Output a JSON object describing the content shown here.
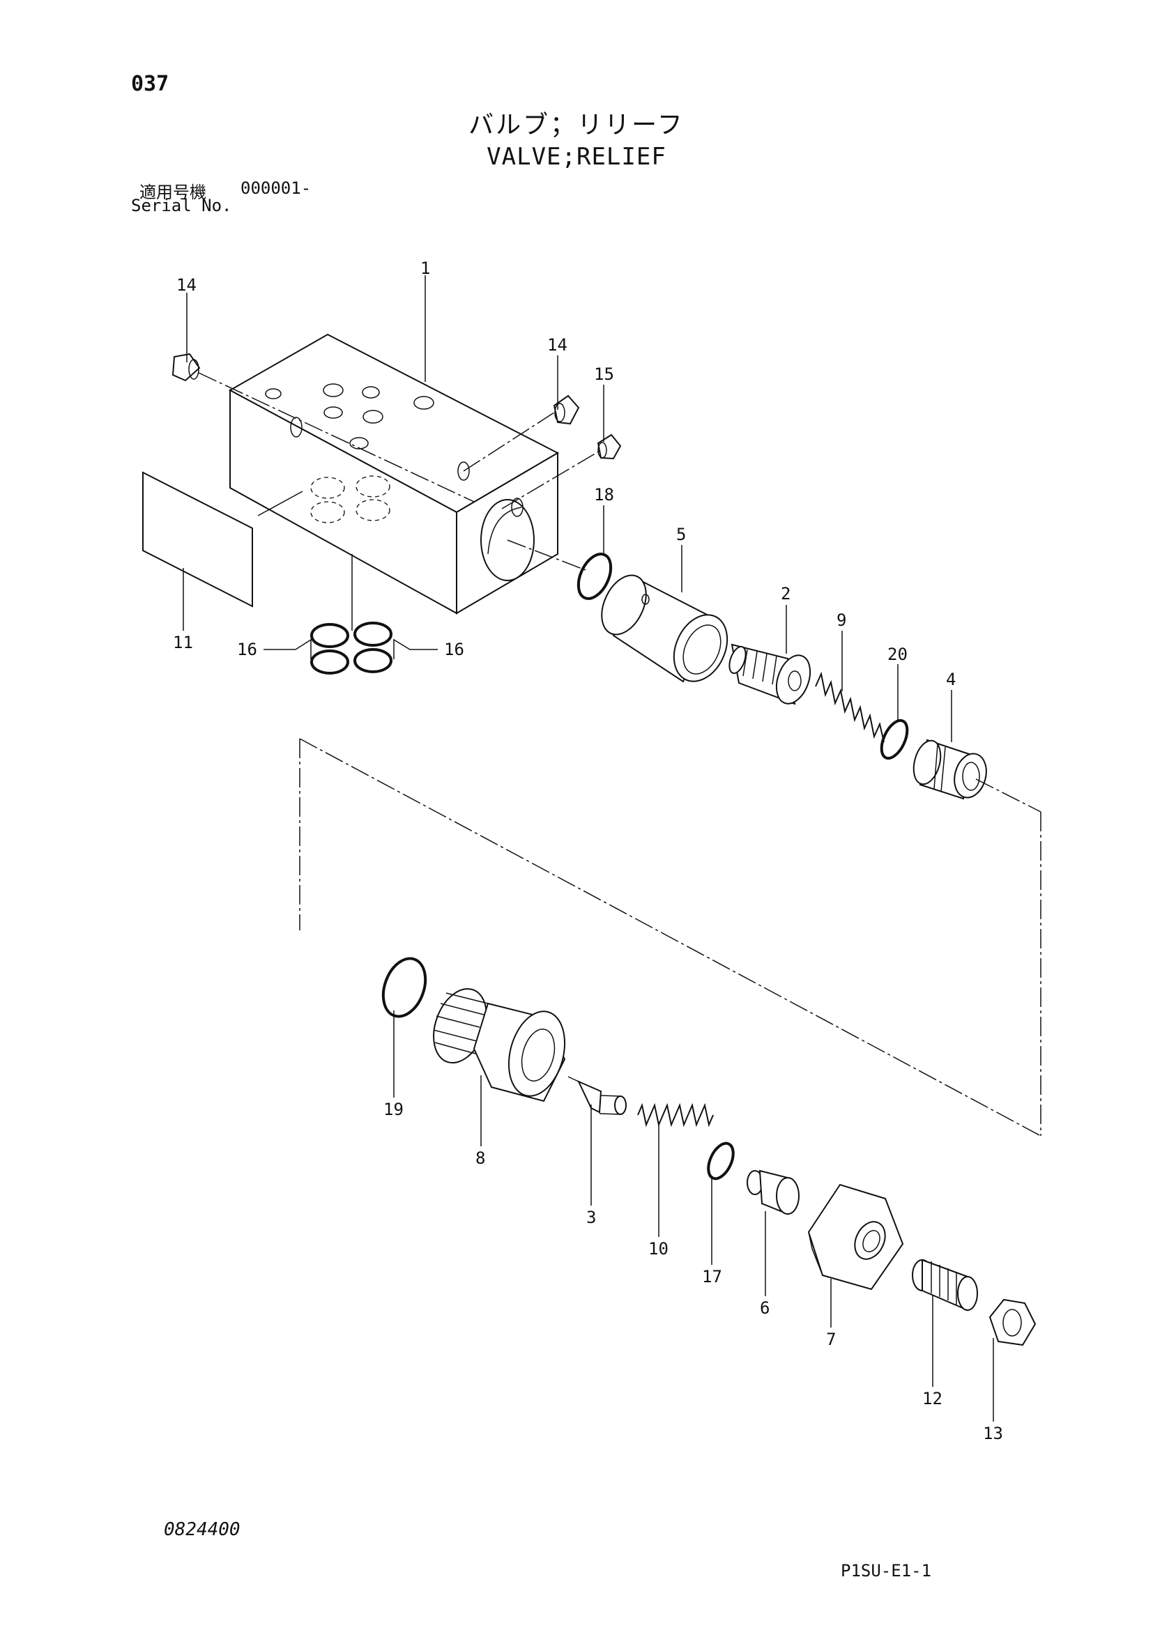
{
  "header": {
    "page_number": "037",
    "title_jp": "バルブ；リリーフ",
    "title_en": "VALVE;RELIEF",
    "serial_label_jp": "適用号機",
    "serial_value": "000001-",
    "serial_label_en": "Serial No."
  },
  "callouts": {
    "c1": "1",
    "c2": "2",
    "c3": "3",
    "c4": "4",
    "c5": "5",
    "c6": "6",
    "c7": "7",
    "c8": "8",
    "c9": "9",
    "c10": "10",
    "c11": "11",
    "c12": "12",
    "c13": "13",
    "c14a": "14",
    "c14b": "14",
    "c15": "15",
    "c16a": "16",
    "c16b": "16",
    "c17": "17",
    "c18": "18",
    "c19": "19",
    "c20": "20"
  },
  "footer": {
    "doc_number": "0824400",
    "page_code": "P1SU-E1-1"
  }
}
